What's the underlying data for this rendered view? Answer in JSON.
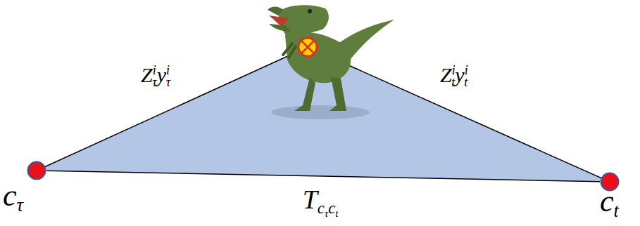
{
  "diagram": {
    "nodes": [
      {
        "text": [
          "cτ"
        ]
      },
      {
        "text": [
          "ct"
        ]
      }
    ],
    "edges": [
      {
        "from": 0,
        "to": 1,
        "arrow": "none",
        "label": "Tcτct"
      }
    ],
    "labels": [
      "Ziτyiτ",
      "Zityit"
    ]
  }
}
